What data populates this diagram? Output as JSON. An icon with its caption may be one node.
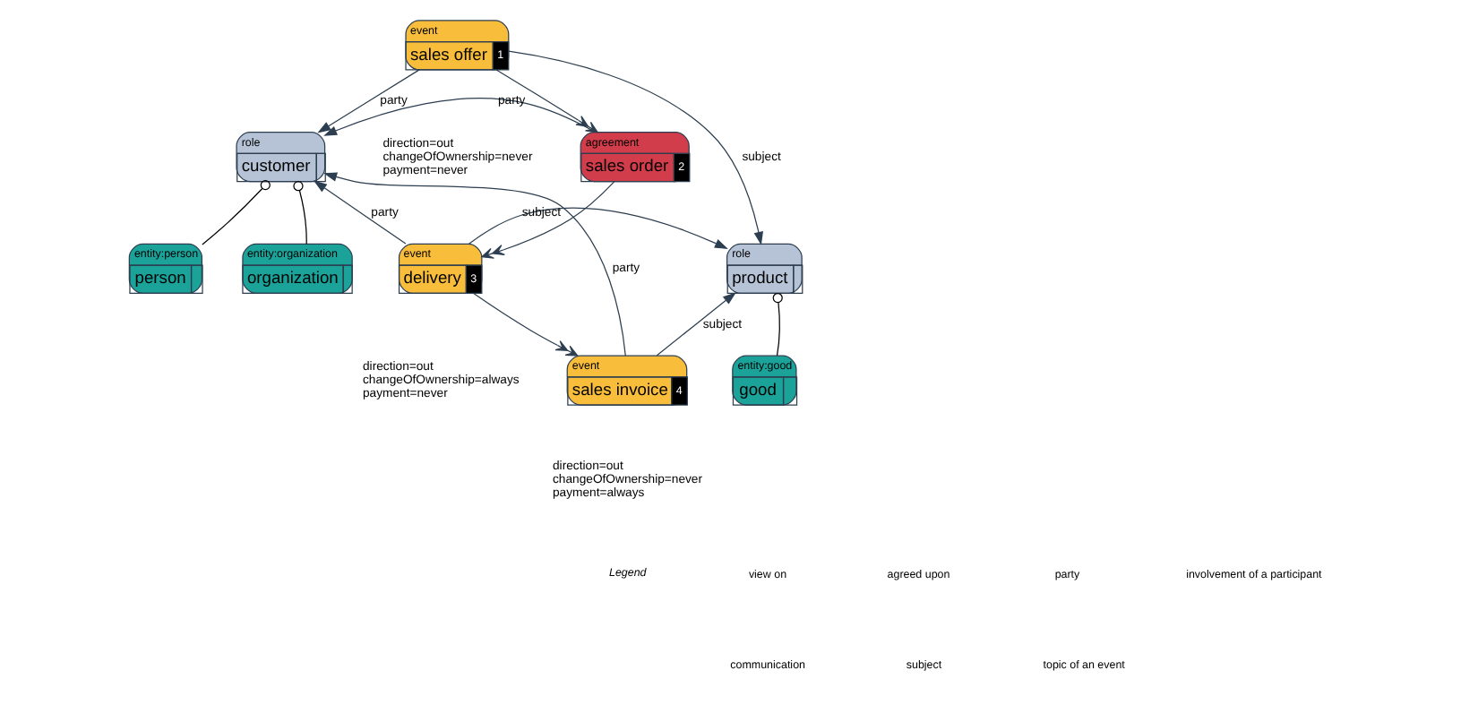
{
  "diagram": {
    "nodes": [
      {
        "text": [
          "role",
          "customer"
        ]
      },
      {
        "text": [
          "entity:person",
          "person"
        ]
      },
      {
        "text": [
          "entity:organization",
          "organization"
        ]
      },
      {
        "text": [
          "event",
          "sales offer",
          "1"
        ],
        "beside": [
          "direction=out",
          "changeOfOwnership=never",
          "payment=never"
        ]
      },
      {
        "text": [
          "agreement",
          "sales order",
          "2"
        ]
      },
      {
        "text": [
          "event",
          "delivery",
          "3"
        ],
        "beside": [
          "direction=out",
          "changeOfOwnership=always",
          "payment=never"
        ]
      },
      {
        "text": [
          "event",
          "sales invoice",
          "4"
        ],
        "beside": [
          "direction=out",
          "changeOfOwnership=never",
          "payment=always"
        ]
      },
      {
        "text": [
          "role",
          "product"
        ]
      },
      {
        "text": [
          "entity:good",
          "good"
        ]
      }
    ],
    "edges": [
      {
        "from": 3,
        "to": 0,
        "arrow": "to",
        "label": "party"
      },
      {
        "from": 4,
        "to": 0,
        "arrow": "to",
        "label": "party"
      },
      {
        "from": 3,
        "to": 4,
        "arrow": "to"
      },
      {
        "from": 3,
        "to": 7,
        "arrow": "to",
        "label": "subject"
      },
      {
        "from": 1,
        "to": 0,
        "arrow": "other"
      },
      {
        "from": 2,
        "to": 0,
        "arrow": "other"
      },
      {
        "from": 4,
        "to": 5,
        "arrow": "to"
      },
      {
        "from": 5,
        "to": 0,
        "arrow": "to",
        "label": "party"
      },
      {
        "from": 5,
        "to": 7,
        "arrow": "to",
        "label": "subject"
      },
      {
        "from": 5,
        "to": 6,
        "arrow": "to"
      },
      {
        "from": 6,
        "to": 0,
        "arrow": "to",
        "label": "party"
      },
      {
        "from": 6,
        "to": 7,
        "arrow": "to",
        "label": "subject"
      },
      {
        "from": 8,
        "to": 7,
        "arrow": "other"
      }
    ],
    "labels": [
      "Legend",
      "party",
      "subject"
    ],
    "legend": [
      {
        "text": "view on"
      },
      {
        "text": "agreed upon"
      },
      {
        "text": "involvement of a participant"
      },
      {
        "text": "communication"
      },
      {
        "text": "topic of an event"
      }
    ]
  }
}
